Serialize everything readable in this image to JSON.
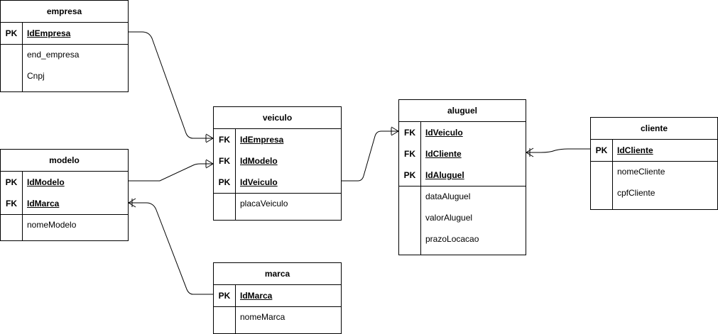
{
  "entities": {
    "empresa": {
      "title": "empresa",
      "keys": [
        {
          "type": "PK",
          "name": "IdEmpresa"
        }
      ],
      "attrs": [
        "end_empresa",
        "Cnpj"
      ]
    },
    "modelo": {
      "title": "modelo",
      "keys": [
        {
          "type": "PK",
          "name": "IdModelo"
        },
        {
          "type": "FK",
          "name": "IdMarca"
        }
      ],
      "attrs": [
        "nomeModelo"
      ]
    },
    "veiculo": {
      "title": "veiculo",
      "keys": [
        {
          "type": "FK",
          "name": "IdEmpresa"
        },
        {
          "type": "FK",
          "name": "IdModelo"
        },
        {
          "type": "PK",
          "name": "IdVeiculo"
        }
      ],
      "attrs": [
        "placaVeiculo"
      ]
    },
    "marca": {
      "title": "marca",
      "keys": [
        {
          "type": "PK",
          "name": "IdMarca"
        }
      ],
      "attrs": [
        "nomeMarca"
      ]
    },
    "aluguel": {
      "title": "aluguel",
      "keys": [
        {
          "type": "FK",
          "name": "IdVeiculo"
        },
        {
          "type": "FK",
          "name": "IdCliente"
        },
        {
          "type": "PK",
          "name": "IdAluguel"
        }
      ],
      "attrs": [
        "dataAluguel",
        "valorAluguel",
        "prazoLocacao"
      ]
    },
    "cliente": {
      "title": "cliente",
      "keys": [
        {
          "type": "PK",
          "name": "IdCliente"
        }
      ],
      "attrs": [
        "nomeCliente",
        "cpfCliente"
      ]
    }
  },
  "relationships": [
    {
      "from": "empresa.IdEmpresa",
      "to": "veiculo.IdEmpresa",
      "to_end": "crow-foot-one-or-many"
    },
    {
      "from": "modelo.IdModelo",
      "to": "veiculo.IdModelo",
      "to_end": "crow-foot-one-or-many"
    },
    {
      "from": "marca.IdMarca",
      "to": "modelo.IdMarca",
      "to_end": "crow-foot-one-or-many"
    },
    {
      "from": "veiculo.IdVeiculo",
      "to": "aluguel.IdVeiculo",
      "to_end": "crow-foot-one-or-many"
    },
    {
      "from": "cliente.IdCliente",
      "to": "aluguel.IdCliente",
      "to_end": "crow-foot-one-or-many"
    }
  ]
}
